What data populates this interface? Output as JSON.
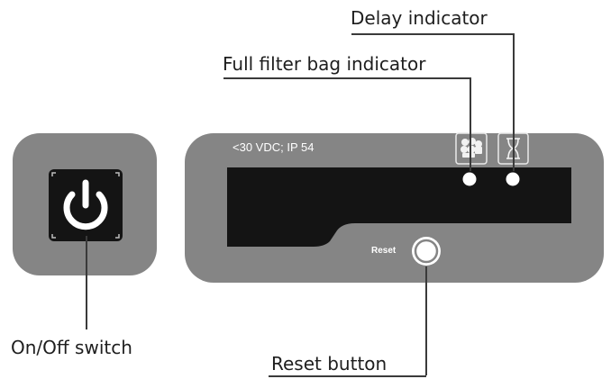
{
  "labels": {
    "delay_indicator": "Delay indicator",
    "full_filter_bag_indicator": "Full filter bag indicator",
    "on_off_switch": "On/Off switch",
    "reset_button": "Reset button"
  },
  "panel": {
    "rating": "<30 VDC; IP 54",
    "reset_label": "Reset"
  },
  "icons": {
    "power": "power-icon",
    "filter_bag": "filter-bag-icon",
    "hourglass": "hourglass-icon"
  },
  "colors": {
    "housing": "#858585",
    "display": "#141414",
    "switch_face": "#141414",
    "leader_line": "#3a3a3a",
    "text": "#1e1e1e"
  }
}
